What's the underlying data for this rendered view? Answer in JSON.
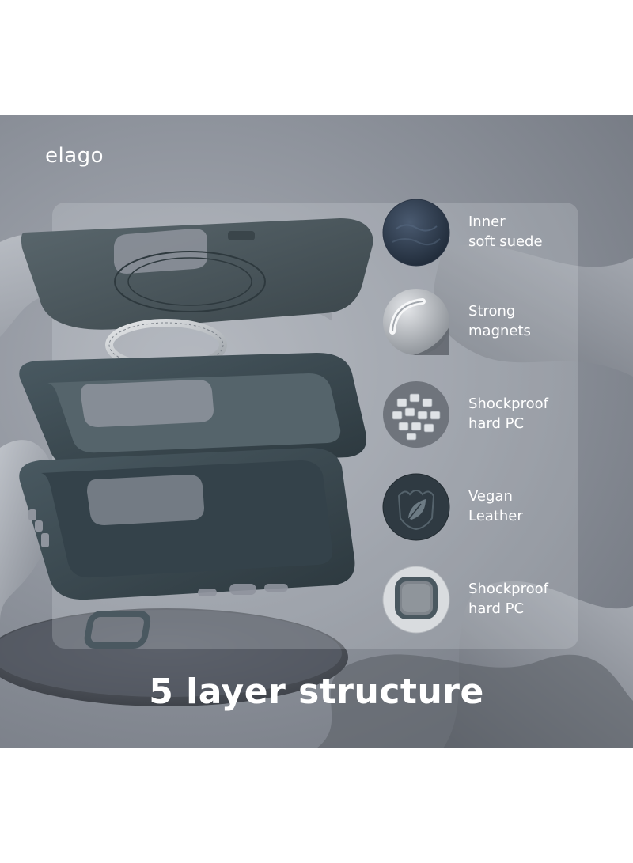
{
  "brand": "elago",
  "headline": "5 layer structure",
  "colors": {
    "case_teal": "#3c4b52",
    "background_gray": "#8f949d",
    "text_white": "#ffffff"
  },
  "features": [
    {
      "icon": "suede-texture-icon",
      "line1": "Inner",
      "line2": "soft suede"
    },
    {
      "icon": "magnet-ring-icon",
      "line1": "Strong",
      "line2": "magnets"
    },
    {
      "icon": "pc-crystals-icon",
      "line1": "Shockproof",
      "line2": "hard PC"
    },
    {
      "icon": "leather-leaf-icon",
      "line1": "Vegan",
      "line2": "Leather"
    },
    {
      "icon": "camera-frame-icon",
      "line1": "Shockproof",
      "line2": "hard PC"
    }
  ]
}
